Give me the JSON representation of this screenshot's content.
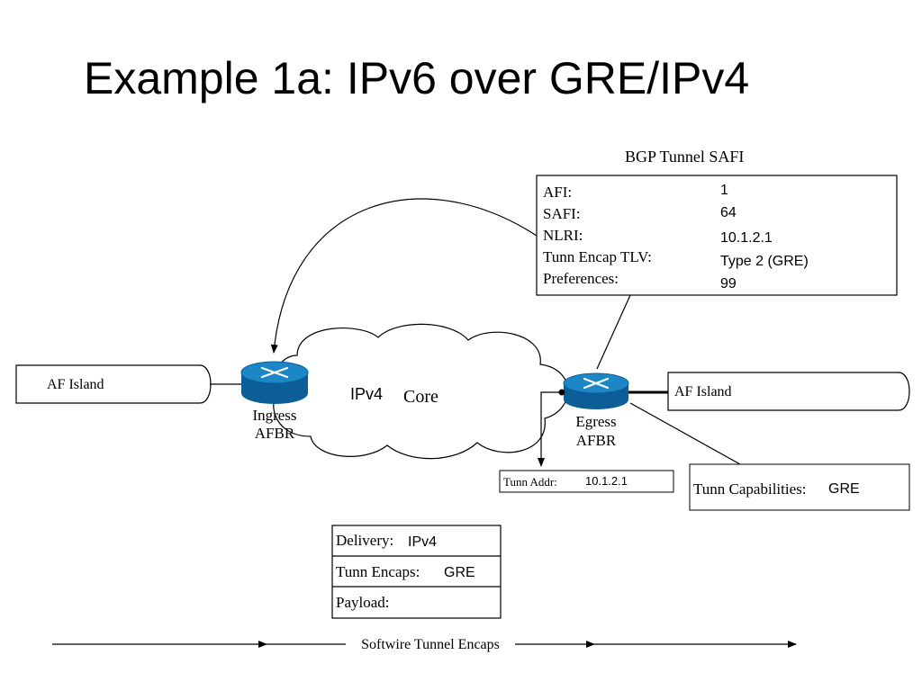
{
  "title": "Example 1a: IPv6 over GRE/IPv4",
  "bgp_box": {
    "heading": "BGP Tunnel SAFI",
    "rows": [
      {
        "label": "AFI:",
        "value": "1"
      },
      {
        "label": "SAFI:",
        "value": "64"
      },
      {
        "label": "NLRI:",
        "value": "10.1.2.1"
      },
      {
        "label": "Tunn Encap TLV:",
        "value": "Type 2 (GRE)"
      },
      {
        "label": "Preferences:",
        "value": "99"
      }
    ]
  },
  "cloud": {
    "label_ip": "IPv4",
    "label_core": "Core"
  },
  "left_island": "AF Island",
  "right_island": "AF Island",
  "ingress": {
    "line1": "Ingress",
    "line2": "AFBR"
  },
  "egress": {
    "line1": "Egress",
    "line2": "AFBR"
  },
  "tunn_addr": {
    "label": "Tunn Addr:",
    "value": "10.1.2.1"
  },
  "tunn_caps": {
    "label": "Tunn Capabilities:",
    "value": "GRE"
  },
  "packet": {
    "delivery_label": "Delivery:",
    "delivery_value": "IPv4",
    "encaps_label": "Tunn Encaps:",
    "encaps_value": "GRE",
    "payload_label": "Payload:"
  },
  "softwire_label": "Softwire Tunnel Encaps",
  "colors": {
    "router_top": "#1d86c6",
    "router_side": "#0b5f96",
    "router_mark": "#ffffff"
  }
}
